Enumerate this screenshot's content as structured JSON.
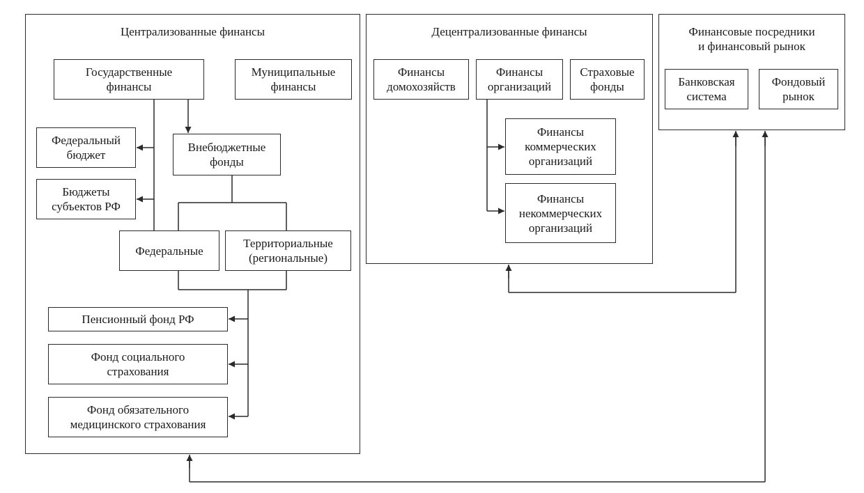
{
  "centralized": {
    "title": "Централизованные финансы",
    "state_finance": "Государственные\nфинансы",
    "municipal_finance": "Муниципальные\nфинансы",
    "federal_budget": "Федеральный\nбюджет",
    "regional_budgets": "Бюджеты\nсубъектов РФ",
    "extrabudgetary_funds": "Внебюджетные\nфонды",
    "federal_funds": "Федеральные",
    "territorial_funds": "Территориальные\n(региональные)",
    "pension_fund": "Пенсионный фонд РФ",
    "social_insurance_fund": "Фонд социального\nстрахования",
    "medical_insurance_fund": "Фонд обязательного\nмедицинского страхования"
  },
  "decentralized": {
    "title": "Децентрализованные финансы",
    "household_finance": "Финансы\nдомохозяйств",
    "organization_finance": "Финансы\nорганизаций",
    "insurance_funds": "Страховые\nфонды",
    "commercial_org_finance": "Финансы\nкоммерческих\nорганизаций",
    "noncommercial_org_finance": "Финансы\nнекоммерческих\nорганизаций"
  },
  "intermediaries": {
    "title": "Финансовые посредники\nи финансовый рынок",
    "banking_system": "Банковская\nсистема",
    "stock_market": "Фондовый\nрынок"
  },
  "colors": {
    "line": "#2a2a2a",
    "background": "#ffffff",
    "text": "#1a1a1a"
  }
}
